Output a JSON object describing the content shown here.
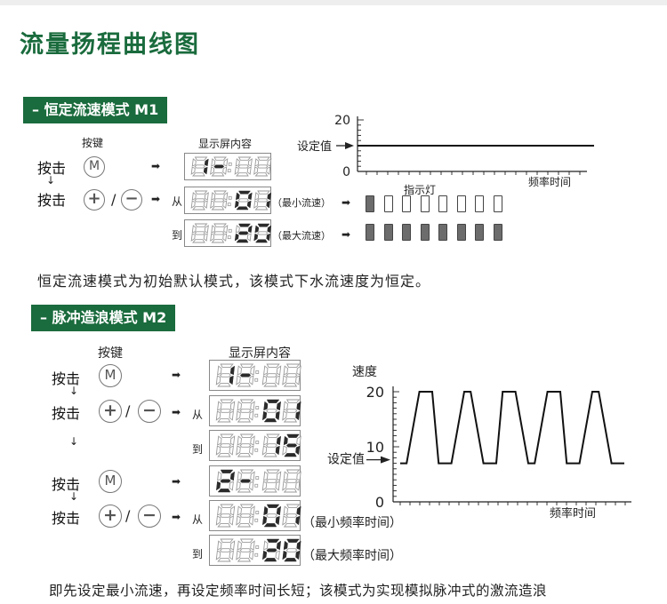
{
  "page": {
    "title": "流量扬程曲线图"
  },
  "m1": {
    "banner": "– 恒定流速模式 M1",
    "col_keys": "按键",
    "col_display": "显示屏内容",
    "step_press_1": "按击",
    "step_press_2": "按击",
    "key_m": "M",
    "key_plus": "+",
    "key_minus": "−",
    "slash": "/",
    "from": "从",
    "to": "到",
    "disp_1": [
      "1",
      "-",
      "8",
      "8"
    ],
    "disp_2": [
      "8",
      "8",
      "0",
      "1"
    ],
    "disp_3": [
      "8",
      "8",
      "2",
      "0"
    ],
    "min_note": "（最小流速）",
    "max_note": "（最大流速）",
    "indicator_label": "指示灯",
    "indicators_min": [
      1,
      0,
      0,
      0,
      0,
      0,
      0,
      0
    ],
    "indicators_max": [
      1,
      1,
      1,
      1,
      1,
      1,
      1,
      1
    ],
    "description": "恒定流速模式为初始默认模式，该模式下水流速度为恒定。"
  },
  "m1_chart": {
    "type": "line",
    "title": "",
    "xlabel": "频率时间",
    "ylabel": "",
    "y_ticks": [
      "20",
      "0"
    ],
    "setpoint_label": "设定值",
    "ylim": [
      0,
      20
    ],
    "series": [
      {
        "x": [
          0,
          1
        ],
        "y": [
          10,
          10
        ]
      }
    ]
  },
  "m2": {
    "banner": "– 脉冲造浪模式 M2",
    "col_keys": "按键",
    "col_display": "显示屏内容",
    "step_press_1": "按击",
    "step_press_2": "按击",
    "step_press_3": "按击",
    "step_press_4": "按击",
    "key_m": "M",
    "key_plus": "+",
    "key_minus": "−",
    "slash": "/",
    "from_1": "从",
    "to_1": "到",
    "from_2": "从",
    "to_2": "到",
    "disp_1": [
      "1",
      "-",
      "8",
      "8"
    ],
    "disp_2": [
      "8",
      "8",
      "0",
      "1"
    ],
    "disp_3": [
      "8",
      "8",
      "1",
      "5"
    ],
    "disp_4": [
      "2",
      "-",
      "8",
      "8"
    ],
    "disp_5": [
      "8",
      "8",
      "0",
      "1"
    ],
    "disp_6": [
      "8",
      "8",
      "2",
      "0"
    ],
    "min_note": "（最小频率时间）",
    "max_note": "（最大频率时间）",
    "description": "即先设定最小流速，再设定频率时间长短；该模式为实现模拟脉冲式的激流造浪"
  },
  "m2_chart": {
    "type": "line",
    "title": "",
    "ylabel": "速度",
    "xlabel": "频率时间",
    "y_ticks": [
      "20",
      "10",
      "0"
    ],
    "setpoint_label": "设定值",
    "ylim": [
      0,
      20
    ],
    "series": [
      {
        "x": [
          0,
          0.5,
          1.5,
          2.5,
          3,
          4,
          5,
          5.5,
          6.5,
          7.5,
          8,
          9,
          10,
          10.5,
          11.5,
          12.5,
          13,
          14,
          15,
          15.5,
          16.5,
          17.5
        ],
        "y": [
          7,
          7,
          20,
          20,
          7,
          7,
          20,
          20,
          7,
          7,
          20,
          20,
          7,
          7,
          20,
          20,
          7,
          7,
          20,
          20,
          7,
          7
        ]
      }
    ]
  }
}
